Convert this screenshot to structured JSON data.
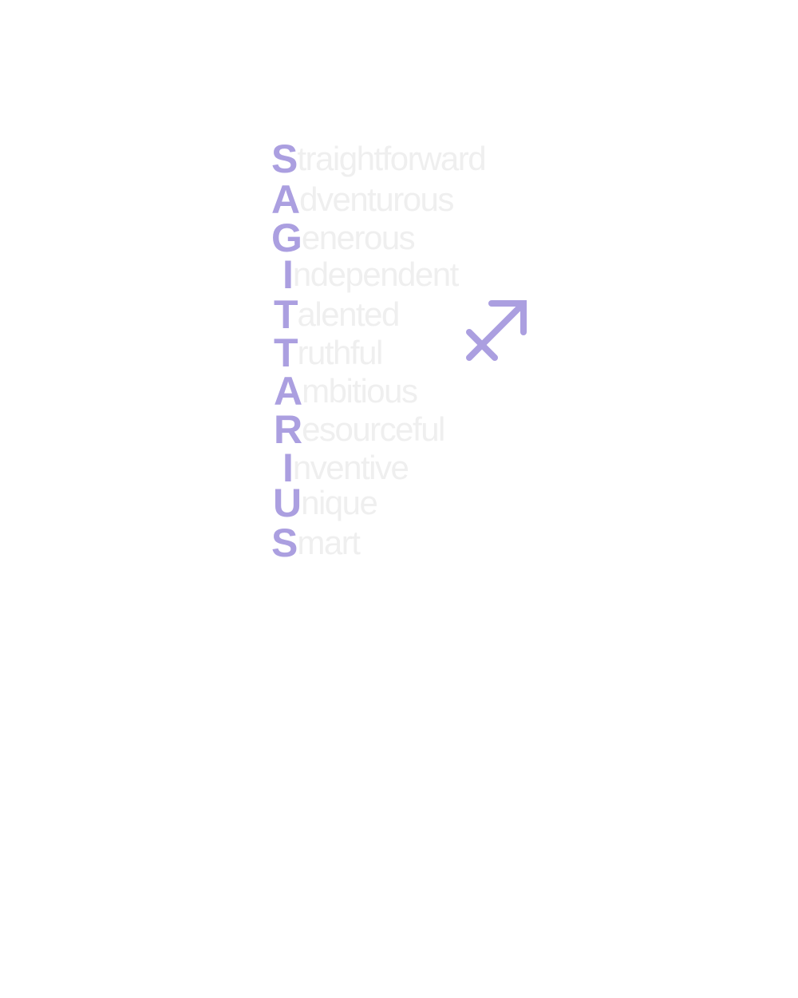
{
  "colors": {
    "accent": "#ab9fe0",
    "word": "#efefef"
  },
  "symbol": "sagittarius-icon",
  "words": [
    {
      "initial": "S",
      "rest": "traightforward"
    },
    {
      "initial": "A",
      "rest": "dventurous"
    },
    {
      "initial": "G",
      "rest": "enerous"
    },
    {
      "initial": "I",
      "rest": "ndependent"
    },
    {
      "initial": "T",
      "rest": "alented"
    },
    {
      "initial": "T",
      "rest": "ruthful"
    },
    {
      "initial": "A",
      "rest": "mbitious"
    },
    {
      "initial": "R",
      "rest": "esourceful"
    },
    {
      "initial": "I",
      "rest": "nventive"
    },
    {
      "initial": "U",
      "rest": "nique"
    },
    {
      "initial": "S",
      "rest": "mart"
    }
  ]
}
